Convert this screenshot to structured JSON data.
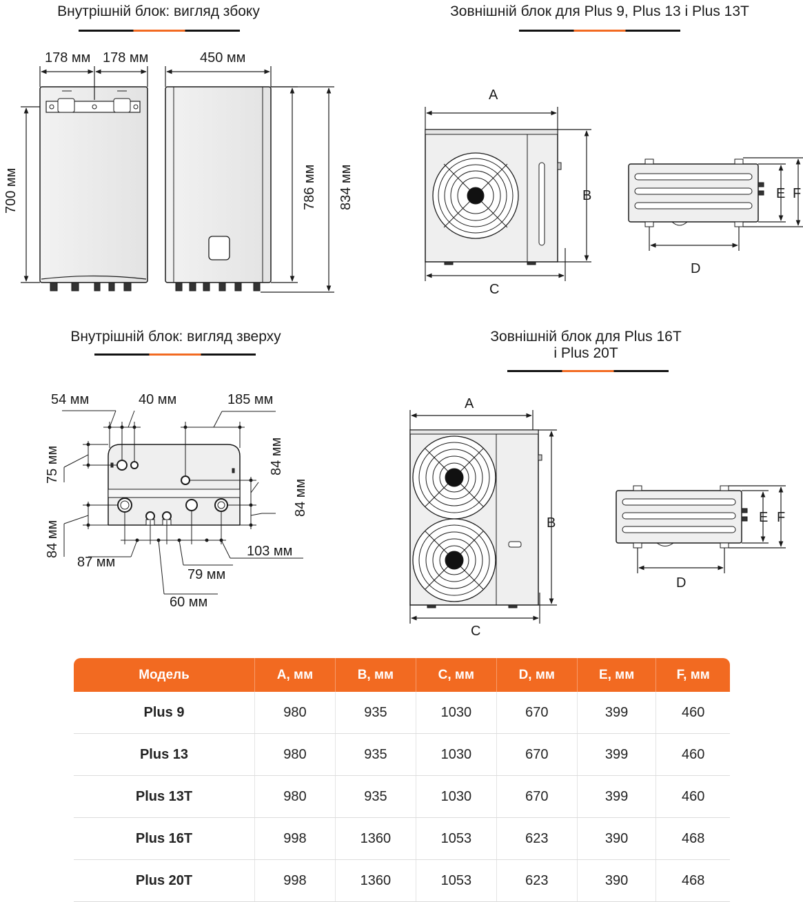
{
  "sections": {
    "indoor_side": "Внутрішній блок: вигляд збоку",
    "outdoor_small": "Зовнішній блок для Plus 9, Plus 13 і Plus 13T",
    "indoor_top": "Внутрішній блок: вигляд зверху",
    "outdoor_large_line1": "Зовнішній блок для Plus 16T",
    "outdoor_large_line2": "і Plus 20T"
  },
  "indoor_side_dims": {
    "w_left": "178 мм",
    "w_right": "178 мм",
    "depth": "450 мм",
    "h_700": "700 мм",
    "h_786": "786 мм",
    "h_834": "834 мм"
  },
  "indoor_top_dims": {
    "d54": "54 мм",
    "d40": "40 мм",
    "d185": "185 мм",
    "d75": "75 мм",
    "d84_left": "84 мм",
    "d84_right_a": "84 мм",
    "d84_right_b": "84 мм",
    "d87": "87 мм",
    "d103": "103 мм",
    "d79": "79 мм",
    "d60": "60 мм"
  },
  "letters": {
    "A": "A",
    "B": "B",
    "C": "C",
    "D": "D",
    "E": "E",
    "F": "F"
  },
  "colors": {
    "accent": "#f26a21",
    "dark": "#111111"
  },
  "table": {
    "headers": [
      "Модель",
      "A, мм",
      "B, мм",
      "C, мм",
      "D, мм",
      "E, мм",
      "F, мм"
    ],
    "rows": [
      [
        "Plus 9",
        "980",
        "935",
        "1030",
        "670",
        "399",
        "460"
      ],
      [
        "Plus 13",
        "980",
        "935",
        "1030",
        "670",
        "399",
        "460"
      ],
      [
        "Plus 13T",
        "980",
        "935",
        "1030",
        "670",
        "399",
        "460"
      ],
      [
        "Plus 16T",
        "998",
        "1360",
        "1053",
        "623",
        "390",
        "468"
      ],
      [
        "Plus 20T",
        "998",
        "1360",
        "1053",
        "623",
        "390",
        "468"
      ]
    ]
  }
}
